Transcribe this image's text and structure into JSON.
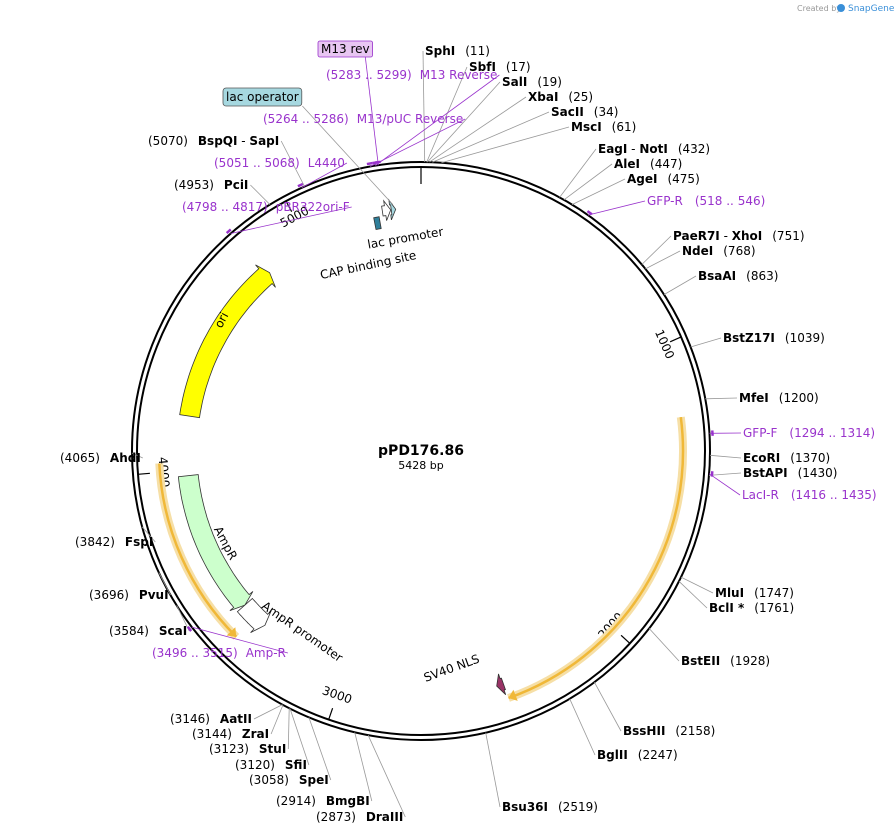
{
  "plasmid": {
    "name": "pPD176.86",
    "length_label": "5428 bp",
    "length": 5428
  },
  "watermark": {
    "created_by": "Created by",
    "brand": "SnapGene"
  },
  "ticks": [
    {
      "value": 1000,
      "label": "1000"
    },
    {
      "value": 2000,
      "label": "2000"
    },
    {
      "value": 3000,
      "label": "3000"
    },
    {
      "value": 4000,
      "label": "4000"
    },
    {
      "value": 5000,
      "label": "5000"
    }
  ],
  "enzymes": [
    {
      "name": "SphI",
      "pos": "(11)",
      "site": 11
    },
    {
      "name": "SbfI",
      "pos": "(17)",
      "site": 17
    },
    {
      "name": "SalI",
      "pos": "(19)",
      "site": 19
    },
    {
      "name": "XbaI",
      "pos": "(25)",
      "site": 25
    },
    {
      "name": "SacII",
      "pos": "(34)",
      "site": 34
    },
    {
      "name": "MscI",
      "pos": "(61)",
      "site": 61
    },
    {
      "name": "EagI",
      "name2": "NotI",
      "pos": "(432)",
      "site": 432
    },
    {
      "name": "AleI",
      "pos": "(447)",
      "site": 447
    },
    {
      "name": "AgeI",
      "pos": "(475)",
      "site": 475
    },
    {
      "name": "PaeR7I",
      "name2": "XhoI",
      "pos": "(751)",
      "site": 751
    },
    {
      "name": "NdeI",
      "pos": "(768)",
      "site": 768
    },
    {
      "name": "BsaAI",
      "pos": "(863)",
      "site": 863
    },
    {
      "name": "BstZ17I",
      "pos": "(1039)",
      "site": 1039
    },
    {
      "name": "MfeI",
      "pos": "(1200)",
      "site": 1200
    },
    {
      "name": "EcoRI",
      "pos": "(1370)",
      "site": 1370
    },
    {
      "name": "BstAPI",
      "pos": "(1430)",
      "site": 1430
    },
    {
      "name": "MluI",
      "pos": "(1747)",
      "site": 1747
    },
    {
      "name": "BclI *",
      "pos": "(1761)",
      "site": 1761
    },
    {
      "name": "BstEII",
      "pos": "(1928)",
      "site": 1928
    },
    {
      "name": "BssHII",
      "pos": "(2158)",
      "site": 2158
    },
    {
      "name": "BglII",
      "pos": "(2247)",
      "site": 2247
    },
    {
      "name": "Bsu36I",
      "pos": "(2519)",
      "site": 2519
    },
    {
      "name": "DraIII",
      "pos": "(2873)",
      "site": 2873
    },
    {
      "name": "BmgBI",
      "pos": "(2914)",
      "site": 2914
    },
    {
      "name": "SpeI",
      "pos": "(3058)",
      "site": 3058
    },
    {
      "name": "SfiI",
      "pos": "(3120)",
      "site": 3120
    },
    {
      "name": "StuI",
      "pos": "(3123)",
      "site": 3123
    },
    {
      "name": "ZraI",
      "pos": "(3144)",
      "site": 3144
    },
    {
      "name": "AatII",
      "pos": "(3146)",
      "site": 3146
    },
    {
      "name": "ScaI",
      "pos": "(3584)",
      "site": 3584
    },
    {
      "name": "PvuI",
      "pos": "(3696)",
      "site": 3696
    },
    {
      "name": "FspI",
      "pos": "(3842)",
      "site": 3842
    },
    {
      "name": "AhdI",
      "pos": "(4065)",
      "site": 4065
    },
    {
      "name": "PciI",
      "pos": "(4953)",
      "site": 4953
    },
    {
      "name": "BspQI",
      "name2": "SapI",
      "pos": "(5070)",
      "site": 5070
    }
  ],
  "primers": [
    {
      "name": "GFP-R",
      "range": "(518 .. 546)",
      "site": 532
    },
    {
      "name": "GFP-F",
      "range": "(1294 .. 1314)",
      "site": 1304
    },
    {
      "name": "LacI-R",
      "range": "(1416 .. 1435)",
      "site": 1425
    },
    {
      "name": "Amp-R",
      "range": "(3496 .. 3515)",
      "site": 3505
    },
    {
      "name": "pBR322ori-F",
      "range": "(4798 .. 4817)",
      "site": 4807
    },
    {
      "name": "L4440",
      "range": "(5051 .. 5068)",
      "site": 5060
    },
    {
      "name": "M13/pUC Reverse",
      "range": "(5264 .. 5286)",
      "site": 5275
    },
    {
      "name": "M13 Reverse",
      "range": "(5283 .. 5299)",
      "site": 5291
    },
    {
      "name": "M13 rev",
      "range": "",
      "site": 5300
    }
  ],
  "features": [
    {
      "name": "ori",
      "start": 4200,
      "end": 4820,
      "color": "#ffff00",
      "direction": "cw"
    },
    {
      "name": "AmpR",
      "start": 3450,
      "end": 3980,
      "color": "#ccffcc",
      "direction": "ccw"
    },
    {
      "name": "AmpR promoter",
      "start": 3345,
      "end": 3450,
      "color": "#ffffff",
      "direction": "ccw"
    },
    {
      "name": "SV40 NLS",
      "start": 2420,
      "end": 2445,
      "color": "#993366",
      "direction": "cw"
    },
    {
      "name": "lac promoter",
      "start": 5290,
      "end": 5320,
      "color": "#ffffff",
      "direction": "cw"
    },
    {
      "name": "lac operator",
      "start": 5322,
      "end": 5338,
      "color": "#a6d8e0",
      "direction": "cw"
    },
    {
      "name": "CAP binding site",
      "start": 5255,
      "end": 5275,
      "color": "#2f7f9a",
      "direction": "none"
    }
  ],
  "orfs": [
    {
      "start": 1245,
      "end": 2420,
      "color": "#f0b838",
      "direction": "cw"
    },
    {
      "start": 3390,
      "end": 4030,
      "color": "#f0b838",
      "direction": "ccw"
    }
  ]
}
